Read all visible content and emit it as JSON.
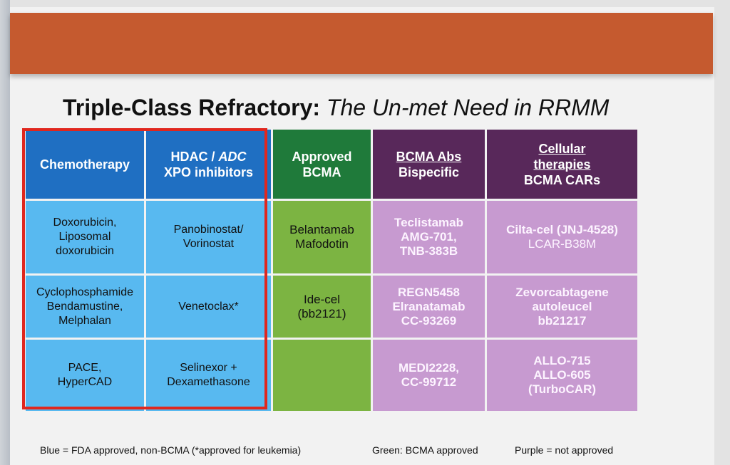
{
  "slide": {
    "title_bold": "Triple-Class Refractory:",
    "title_italic": "The Un-met Need in RRMM"
  },
  "headers": {
    "chemo": "Chemotherapy",
    "hdac_line1_a": "HDAC /",
    "hdac_line1_b": "ADC",
    "hdac_line2": "XPO inhibitors",
    "approved_line1": "Approved",
    "approved_line2": "BCMA",
    "bcma_abs_line1": "BCMA Abs",
    "bcma_abs_line2": "Bispecific",
    "cellular_line1": "Cellular",
    "cellular_line2": "therapies",
    "cellular_line3": "BCMA CARs"
  },
  "rows": [
    {
      "chemo": [
        "Doxorubicin,",
        "Liposomal",
        "doxorubicin"
      ],
      "hdac": [
        "Panobinostat/",
        "Vorinostat"
      ],
      "approved": [
        "Belantamab",
        "Mafodotin"
      ],
      "bispecific": [
        "Teclistamab",
        "AMG-701,",
        "TNB-383B"
      ],
      "cellular": [
        "Cilta-cel (JNJ-4528)",
        "LCAR-B38M"
      ]
    },
    {
      "chemo": [
        "Cyclophosphamide",
        "Bendamustine,",
        "Melphalan"
      ],
      "hdac": [
        "Venetoclax*"
      ],
      "approved": [
        "Ide-cel",
        "(bb2121)"
      ],
      "bispecific": [
        "REGN5458",
        "Elranatamab",
        "CC-93269"
      ],
      "cellular": [
        "Zevorcabtagene",
        "autoleucel",
        "bb21217"
      ]
    },
    {
      "chemo": [
        "PACE,",
        "HyperCAD"
      ],
      "hdac": [
        "Selinexor +",
        "Dexamethasone"
      ],
      "approved": [],
      "bispecific": [
        "MEDI2228,",
        "CC-99712"
      ],
      "cellular": [
        "ALLO-715",
        "ALLO-605",
        "(TurboCAR)"
      ]
    }
  ],
  "footer": {
    "blue": "Blue = FDA approved, non-BCMA (*approved for leukemia)",
    "green": "Green: BCMA approved",
    "purple": "Purple = not approved"
  },
  "colors": {
    "banner": "#c55a2f",
    "header_blue": "#1f6fc2",
    "header_green": "#1f7a3a",
    "header_purple": "#58285a",
    "cell_blue": "#58b9f0",
    "cell_green": "#7cb442",
    "cell_purple": "#c79ad0",
    "highlight_border": "#e0271e"
  }
}
